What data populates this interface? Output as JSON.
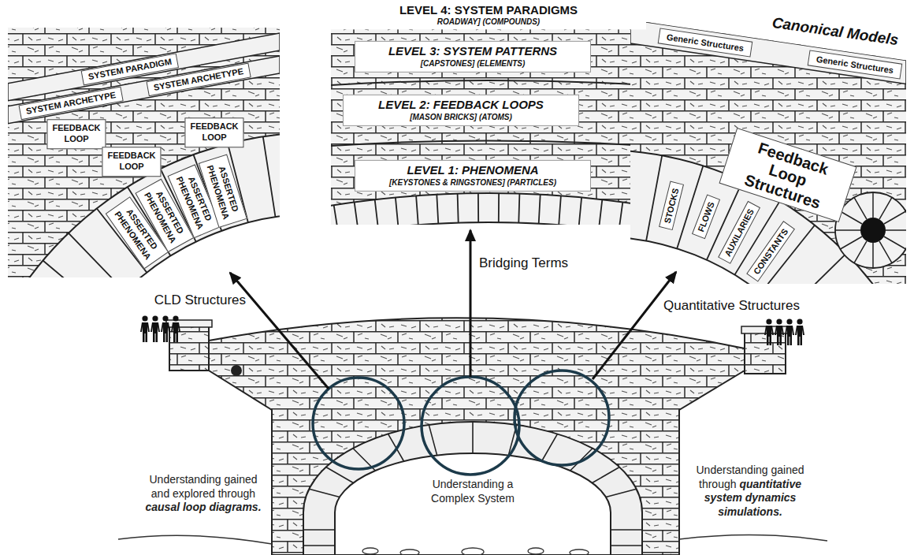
{
  "diagram": {
    "nodes": [
      {
        "text": [
          "SYSTEM PARADIGM"
        ]
      },
      {
        "text": [
          "SYSTEM ARCHETYPE"
        ]
      },
      {
        "text": [
          "SYSTEM ARCHETYPE"
        ]
      },
      {
        "text": [
          "FEEDBACK LOOP"
        ]
      },
      {
        "text": [
          "FEEDBACK LOOP"
        ]
      },
      {
        "text": [
          "FEEDBACK LOOP"
        ]
      },
      {
        "text": [
          "ASSERTED PHENOMENA"
        ]
      },
      {
        "text": [
          "ASSERTED PHENOMENA"
        ]
      },
      {
        "text": [
          "ASSERTED PHENOMENA"
        ]
      },
      {
        "text": [
          "ASSERTED PHENOMENA"
        ]
      },
      {
        "text": [
          "LEVEL 4: SYSTEM PARADIGMS",
          "ROADWAY] (COMPOUNDS)"
        ]
      },
      {
        "text": [
          "LEVEL 3: SYSTEM PATTERNS",
          "[CAPSTONES] (ELEMENTS)"
        ]
      },
      {
        "text": [
          "LEVEL 2: FEEDBACK LOOPS",
          "[MASON BRICKS] (ATOMS)"
        ]
      },
      {
        "text": [
          "LEVEL 1: PHENOMENA",
          "[KEYSTONES & RINGSTONES] (PARTICLES)"
        ]
      },
      {
        "text": [
          "Generic Structures"
        ]
      },
      {
        "text": [
          "Generic Structures"
        ]
      },
      {
        "text": [
          "Feedback Loop Structures"
        ]
      },
      {
        "text": [
          "STOCKS"
        ]
      },
      {
        "text": [
          "FLOWS"
        ]
      },
      {
        "text": [
          "AUXILARIES"
        ]
      },
      {
        "text": [
          "CONSTANTS"
        ]
      }
    ],
    "labels": [
      "Canonical Models",
      "CLD Structures",
      "Bridging Terms",
      "Quantitative Structures",
      "Understanding gained and explored through",
      "causal loop diagrams.",
      "Understanding a Complex System",
      "Understanding gained through",
      "quantitative system dynamics simulations."
    ]
  }
}
